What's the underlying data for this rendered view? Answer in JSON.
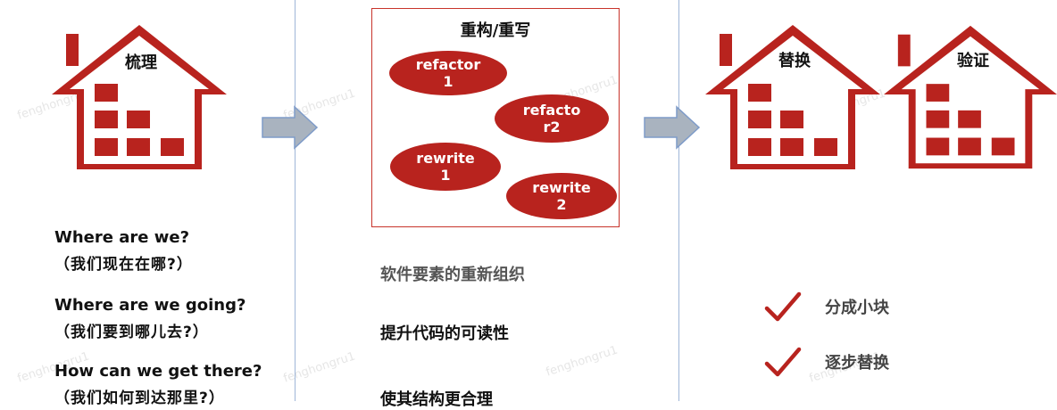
{
  "watermark": "fenghongru1",
  "left": {
    "house_title": "梳理",
    "questions": [
      {
        "en": "Where are we?",
        "zh": "（我们现在在哪?）"
      },
      {
        "en": "Where are we going?",
        "zh": "（我们要到哪儿去?）"
      },
      {
        "en": "How can we get there?",
        "zh": "（我们如何到达那里?）"
      }
    ]
  },
  "middle": {
    "box_title": "重构/重写",
    "ellipses": [
      {
        "label": "refactor\n1"
      },
      {
        "label": "refacto\nr2"
      },
      {
        "label": "rewrite\n1"
      },
      {
        "label": "rewrite\n2"
      }
    ],
    "points": [
      "软件要素的重新组织",
      "提升代码的可读性",
      "使其结构更合理"
    ]
  },
  "right": {
    "house1_title": "替换",
    "house2_title": "验证",
    "checks": [
      "分成小块",
      "逐步替换"
    ]
  },
  "colors": {
    "accent_red": "#b8231e",
    "arrow_fill": "#a9b3bf",
    "arrow_stroke": "#7f9cc9",
    "divider": "#9fb6d8"
  }
}
